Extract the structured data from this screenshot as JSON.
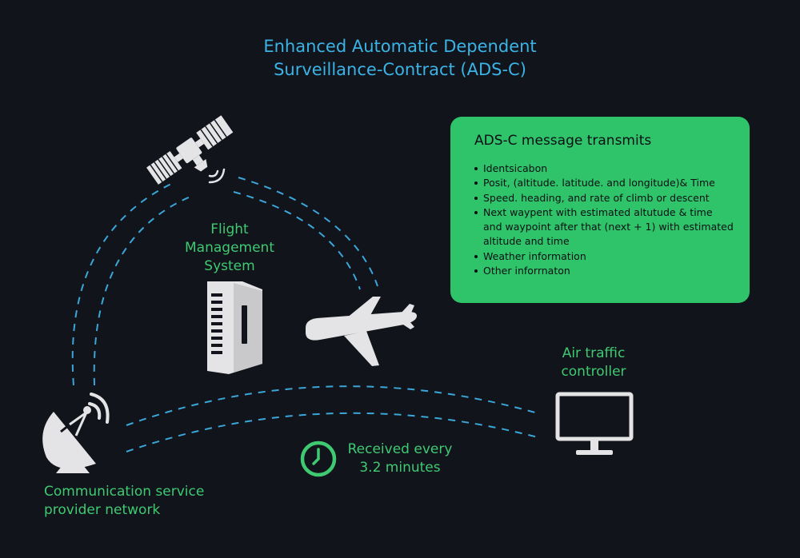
{
  "title": {
    "line1": "Enhanced Automatic Dependent",
    "line2": "Surveillance-Contract (ADS-C)"
  },
  "nodes": {
    "satellite": {
      "icon": "satellite-icon"
    },
    "flight_management_system": {
      "icon": "server-icon",
      "label_lines": [
        "Flight",
        "Management",
        "System"
      ]
    },
    "aircraft": {
      "icon": "airplane-icon"
    },
    "air_traffic_controller": {
      "icon": "monitor-icon",
      "label_lines": [
        "Air traffic",
        "controller"
      ]
    },
    "communication_service_provider": {
      "icon": "satellite-dish-icon",
      "label_lines": [
        "Communication service",
        "provider network"
      ]
    }
  },
  "timer": {
    "icon": "clock-icon",
    "label_lines": [
      "Received every",
      "3.2 minutes"
    ]
  },
  "info_box": {
    "title": "ADS-C message transmits",
    "items": [
      "Identsicabon",
      "Posit, (altitude. latitude. and longitude)& Time",
      "Speed. heading, and rate of climb or descent",
      "Next waypent with estimated altutude  & time and waypoint after that (next + 1) with estimated altitude and time",
      "Weather information",
      "Other inforrnaton"
    ]
  },
  "colors": {
    "background": "#11141b",
    "title": "#3bb3e6",
    "label": "#3fca72",
    "info_box": "#2fc46a",
    "dashed_link": "#3ba6d8",
    "icon": "#e4e4e6"
  }
}
